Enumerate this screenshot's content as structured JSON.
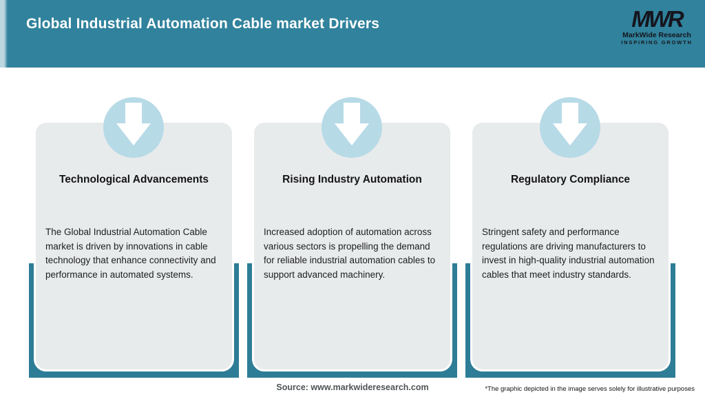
{
  "header": {
    "title": "Global Industrial Automation Cable market Drivers",
    "logo": {
      "monogram": "MWR",
      "company": "MarkWide Research",
      "tagline": "INSPIRING GROWTH"
    }
  },
  "drivers": [
    {
      "icon": "down-arrow-icon",
      "title": "Technological Advancements",
      "body": "The Global Industrial Automation Cable market is driven by innovations in cable technology that enhance connectivity and performance in automated systems."
    },
    {
      "icon": "down-arrow-icon",
      "title": "Rising Industry Automation",
      "body": "Increased adoption of automation across various sectors is propelling the demand for reliable industrial automation cables to support advanced machinery."
    },
    {
      "icon": "down-arrow-icon",
      "title": "Regulatory Compliance",
      "body": "Stringent safety and performance regulations are driving manufacturers to invest in high-quality industrial automation cables that meet industry standards."
    }
  ],
  "footer": {
    "source": "Source: www.markwideresearch.com",
    "disclaimer": "*The graphic depicted in the image serves solely for illustrative purposes"
  },
  "colors": {
    "header_teal": "#31829C",
    "band_teal": "#2E7D96",
    "arrow_circle_blue": "#B7DAE7",
    "card_gray": "#E8EBEC",
    "logo_dark": "#15151D",
    "title_white": "#FFFFFF"
  }
}
